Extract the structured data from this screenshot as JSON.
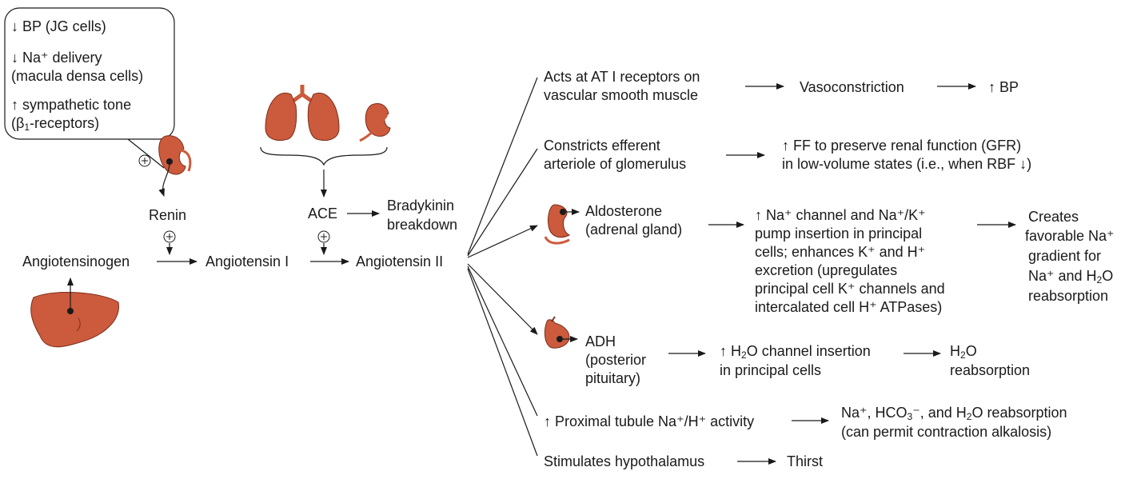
{
  "triggers": {
    "bp": "↓ BP (JG cells)",
    "na_delivery_1": "↓ Na⁺ delivery",
    "na_delivery_2": "(macula densa cells)",
    "symp_1": "↑ sympathetic tone",
    "symp_2_pre": "(β",
    "symp_2_sub": "1",
    "symp_2_post": "-receptors)"
  },
  "pathway": {
    "renin": "Renin",
    "angiotensinogen": "Angiotensinogen",
    "angiotensin_1": "Angiotensin I",
    "angiotensin_2": "Angiotensin II",
    "ace": "ACE",
    "bradykinin": "Bradykinin\nbreakdown"
  },
  "effects": {
    "at1_receptors": "Acts at AT I receptors on\nvascular smooth muscle",
    "vasoconstriction": "Vasoconstriction",
    "bp_up": "↑ BP",
    "efferent": "Constricts efferent\narteriole of glomerulus",
    "ff": "↑ FF to preserve renal function (GFR)\nin low-volume states (i.e., when RBF ↓)",
    "aldosterone": "Aldosterone\n(adrenal gland)",
    "na_channel": "↑ Na⁺ channel and Na⁺/K⁺\npump insertion in principal\ncells; enhances K⁺ and H⁺\nexcretion (upregulates\nprincipal cell K⁺ channels and\nintercalated cell H⁺ ATPases)",
    "gradient_1": "Creates",
    "gradient_2": "favorable Na⁺",
    "gradient_3": "gradient for",
    "gradient_4_pre": "Na⁺ and H",
    "gradient_4_sub": "2",
    "gradient_4_post": "O",
    "gradient_5": "reabsorption",
    "adh": "ADH\n(posterior\npituitary)",
    "h2o_channel_pre": "↑ H",
    "h2o_channel_sub": "2",
    "h2o_channel_post": "O channel insertion",
    "h2o_channel_2": "in principal cells",
    "h2o_reabs_pre": "H",
    "h2o_reabs_sub": "2",
    "h2o_reabs_post": "O",
    "h2o_reabs_2": "reabsorption",
    "proximal": "↑ Proximal tubule Na⁺/H⁺ activity",
    "hco3_pre": "Na⁺, HCO",
    "hco3_sub": "3",
    "hco3_mid": "⁻, and H",
    "hco3_sub2": "2",
    "hco3_post": "O reabsorption",
    "hco3_2": "(can permit contraction alkalosis)",
    "hypothalamus": "Stimulates hypothalamus",
    "thirst": "Thirst"
  },
  "colors": {
    "organ_fill": "#cc5a3c",
    "organ_stroke": "#7a2f1c",
    "line": "#1a1a1a"
  },
  "icons": [
    "kidney-icon",
    "lungs-icon",
    "liver-icon",
    "adrenal-gland-icon",
    "pituitary-icon",
    "plus-circle-icon"
  ]
}
